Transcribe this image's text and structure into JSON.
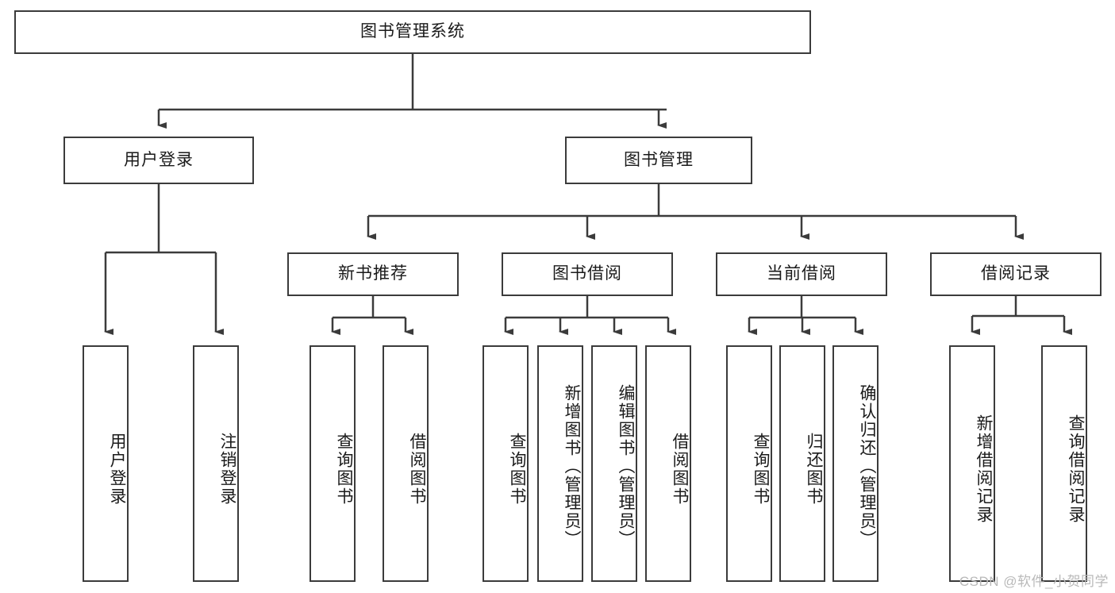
{
  "diagram": {
    "title": "图书管理系统",
    "type": "tree-hierarchy",
    "root": {
      "label": "图书管理系统"
    },
    "level2": [
      {
        "label": "用户登录"
      },
      {
        "label": "图书管理"
      }
    ],
    "level3": [
      {
        "label": "新书推荐"
      },
      {
        "label": "图书借阅"
      },
      {
        "label": "当前借阅"
      },
      {
        "label": "借阅记录"
      }
    ],
    "leaves": {
      "user_login": [
        {
          "label": "用户登录"
        },
        {
          "label": "注销登录"
        }
      ],
      "new_book_recommend": [
        {
          "label": "查询图书"
        },
        {
          "label": "借阅图书"
        }
      ],
      "book_borrow": [
        {
          "label": "查询图书"
        },
        {
          "label": "新增图书（管理员）"
        },
        {
          "label": "编辑图书（管理员）"
        },
        {
          "label": "借阅图书"
        }
      ],
      "current_borrow": [
        {
          "label": "查询图书"
        },
        {
          "label": "归还图书"
        },
        {
          "label": "确认归还（管理员）"
        }
      ],
      "borrow_record": [
        {
          "label": "新增借阅记录"
        },
        {
          "label": "查询借阅记录"
        }
      ]
    }
  },
  "watermark": {
    "text": "CSDN @软件_小贺同学"
  },
  "colors": {
    "stroke": "#3b3b3b",
    "text": "#1a1a1a",
    "background": "#ffffff",
    "watermark": "#b9b9b9"
  }
}
